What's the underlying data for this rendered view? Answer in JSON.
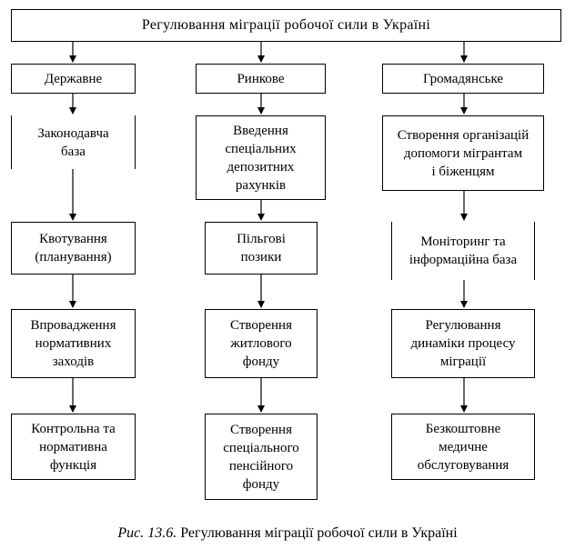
{
  "title": "Регулювання міграції робочої сили в Україні",
  "columns": [
    {
      "header": "Державне",
      "items": [
        "Законодавча\nбаза",
        "Квотування\n(планування)",
        "Впровадження\nнормативних\nзаходів",
        "Контрольна та\nнормативна\nфункція"
      ]
    },
    {
      "header": "Ринкове",
      "items": [
        "Введення\nспеціальних\nдепозитних\nрахунків",
        "Пільгові\nпозики",
        "Створення\nжитлового\nфонду",
        "Створення\nспеціального\nпенсійного\nфонду"
      ]
    },
    {
      "header": "Громадянське",
      "items": [
        "Створення організацій\nдопомоги мігрантам\nі біженцям",
        "Моніторинг та\nінформаційна база",
        "Регулювання\nдинаміки процесу\nміграції",
        "Безкоштовне\nмедичне\nобслуговування"
      ]
    }
  ],
  "caption": {
    "number": "Рис. 13.6.",
    "text": "Регулювання міграції робочої сили в Україні"
  }
}
